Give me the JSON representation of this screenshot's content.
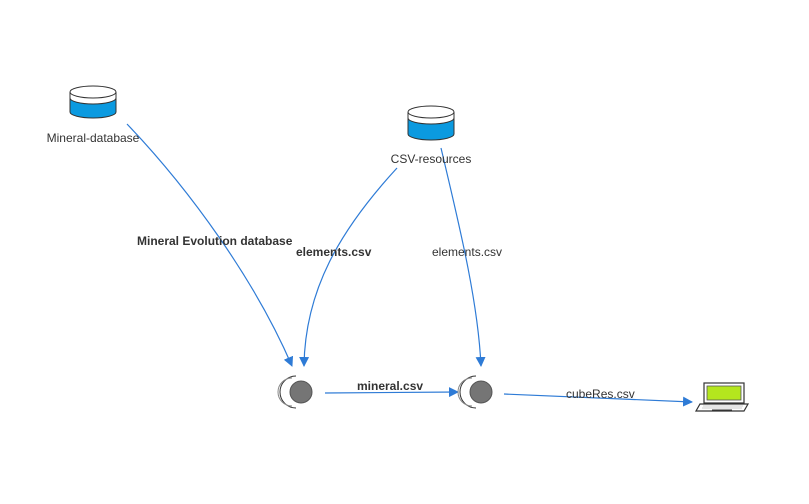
{
  "nodes": {
    "mineral_database": {
      "label": "Mineral-database",
      "icon": "database-icon"
    },
    "csv_resources": {
      "label": "CSV-resources",
      "icon": "database-icon"
    },
    "process_1": {
      "icon": "process-node-icon"
    },
    "process_2": {
      "icon": "process-node-icon"
    },
    "output": {
      "icon": "laptop-icon"
    }
  },
  "edges": {
    "mineral_evolution": "Mineral Evolution database",
    "elements_left": "elements.csv",
    "elements_right": "elements.csv",
    "mineral_csv": "mineral.csv",
    "cube_res": "cubeRes.csv"
  },
  "colors": {
    "edge": "#2e7bd6",
    "db_fill": "#0b9ae0",
    "process_fill": "#757575",
    "screen": "#b4e61e"
  }
}
